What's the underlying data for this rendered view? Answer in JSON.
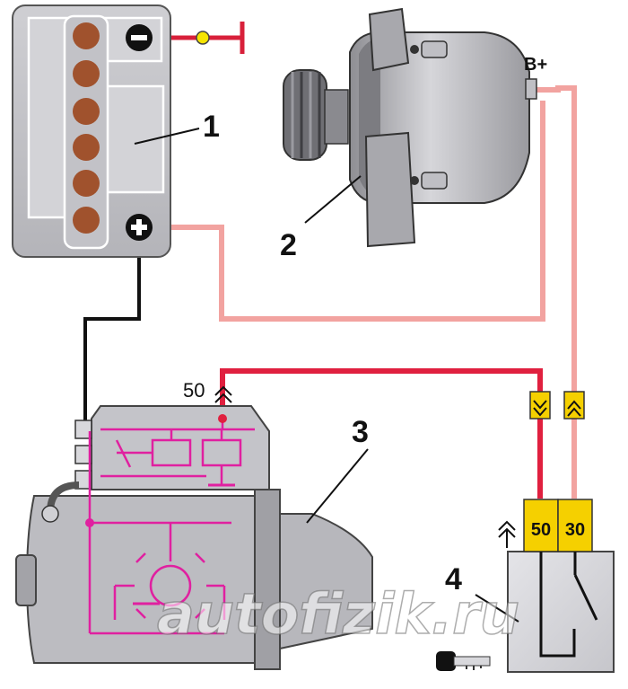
{
  "labels": {
    "battery": "1",
    "alternator": "2",
    "starter": "3",
    "ignition_switch": "4"
  },
  "terminals": {
    "alternator_output": "B+",
    "starter_control": "50",
    "switch_start": "50",
    "switch_battery": "30"
  },
  "watermark": "autofizik.ru",
  "colors": {
    "wire_positive": "#f2a3a0",
    "wire_control": "#e0203f",
    "wire_ground": "#111111",
    "internal_circuit": "#e020a0",
    "connector": "#f5d000",
    "cell": "#a0522d",
    "body_grey": "#bfbfc4"
  },
  "icons": {
    "negative_terminal": "minus-icon",
    "positive_terminal": "plus-icon",
    "connector": "double-chevron-icon",
    "key": "key-icon"
  }
}
